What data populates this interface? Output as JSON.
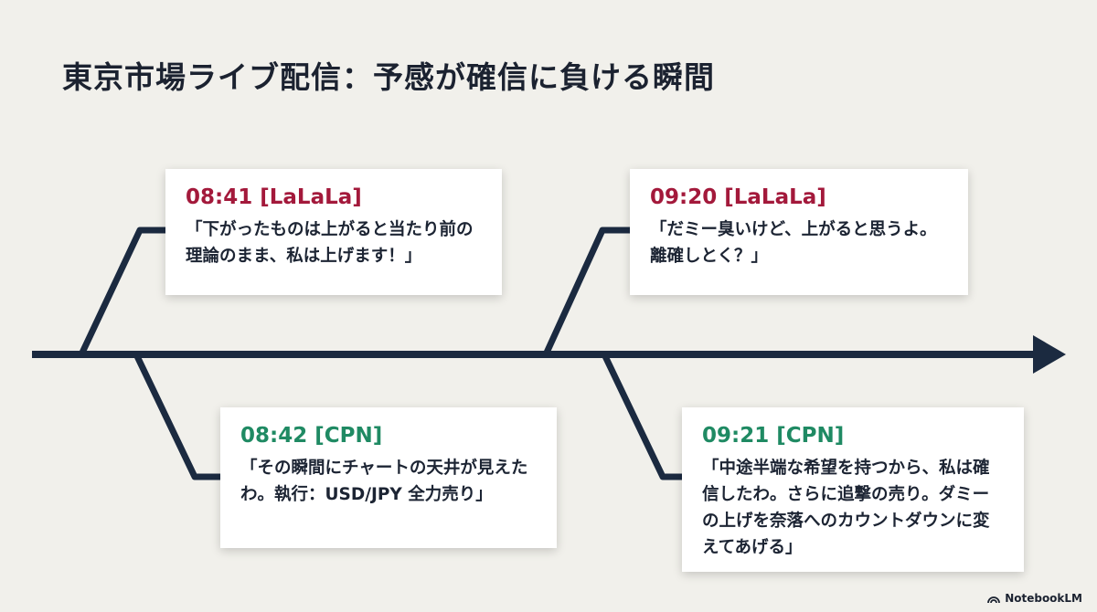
{
  "slide": {
    "title": "東京市場ライブ配信：予感が確信に負ける瞬間"
  },
  "events": [
    {
      "time_label": "08:41 [LaLaLa]",
      "speaker": "LaLaLa",
      "quote": "「下がったものは上がると当たり前の理論のまま、私は上げます！」",
      "accent": "#a3193b"
    },
    {
      "time_label": "08:42 [CPN]",
      "speaker": "CPN",
      "quote": "「その瞬間にチャートの天井が見えたわ。執行：USD/JPY 全力売り」",
      "accent": "#1f8a63"
    },
    {
      "time_label": "09:20 [LaLaLa]",
      "speaker": "LaLaLa",
      "quote": "「だミー臭いけど、上がると思うよ。離確しとく？」",
      "accent": "#a3193b"
    },
    {
      "time_label": "09:21 [CPN]",
      "speaker": "CPN",
      "quote": "「中途半端な希望を持つから、私は確信したわ。さらに追撃の売り。ダミーの上げを奈落へのカウントダウンに変えてあげる」",
      "accent": "#1f8a63"
    }
  ],
  "timeline": {
    "color": "#1b2a40",
    "arrow_icon": "arrow-right-icon"
  },
  "branding": {
    "logo_text": "NotebookLM",
    "logo_icon": "notebooklm-logo-icon"
  }
}
